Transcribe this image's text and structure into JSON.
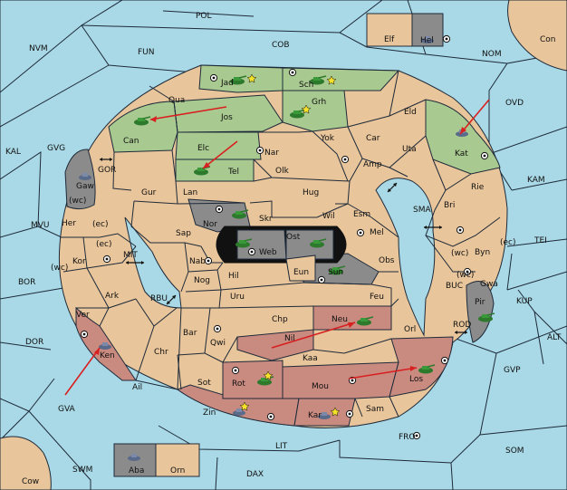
{
  "map": {
    "provinces": [
      "POL",
      "NVM",
      "FUN",
      "COB",
      "NOM",
      "Con",
      "Elf",
      "Hel",
      "OVD",
      "KAL",
      "GVG",
      "GOR",
      "KAM",
      "MVU",
      "TEI",
      "BOR",
      "MIT",
      "RBU",
      "KUP",
      "DOR",
      "BUC",
      "ROD",
      "ALT",
      "GVP",
      "GVA",
      "FRO",
      "SOM",
      "SWM",
      "LIT",
      "DAX",
      "Cow",
      "Aba",
      "Orn",
      "Jad",
      "Sch",
      "Qua",
      "Jos",
      "Grh",
      "Can",
      "Eld",
      "Yok",
      "Car",
      "Elc",
      "Nar",
      "Uta",
      "Kat",
      "Tel",
      "Olk",
      "Amp",
      "Lan",
      "Hug",
      "Gaw",
      "Gur",
      "SMA",
      "Rie",
      "Wil",
      "Esm",
      "Bri",
      "Nor",
      "Skr",
      "Sap",
      "Ost",
      "Mel",
      "Web",
      "Her",
      "Byn",
      "Kor",
      "Nab",
      "Obs",
      "Eun",
      "Sun",
      "Gwa",
      "Ark",
      "Hil",
      "Nog",
      "Uru",
      "Feu",
      "Pir",
      "Ver",
      "Chp",
      "Neu",
      "Bar",
      "Qwi",
      "Nil",
      "Orl",
      "Ken",
      "Chr",
      "Kaa",
      "Rot",
      "Ail",
      "Mou",
      "Los",
      "Sot",
      "Zin",
      "Kar",
      "Sam"
    ],
    "coast_markers": [
      "(wc)",
      "(ec)",
      "(ec)",
      "(wc)",
      "(wc)",
      "(ec)",
      "(wc)"
    ],
    "colors": {
      "sea": "#a9d9e6",
      "neutral": "#e8c59a",
      "green_power": "#a8c98f",
      "red_power": "#c98a80",
      "impassable": "#8b8b8b",
      "move_arrow": "#d82020"
    },
    "legend_icons": [
      "tank-icon",
      "fleet-icon",
      "supply-center-icon",
      "move-arrow-icon",
      "convoy-link-icon"
    ]
  }
}
